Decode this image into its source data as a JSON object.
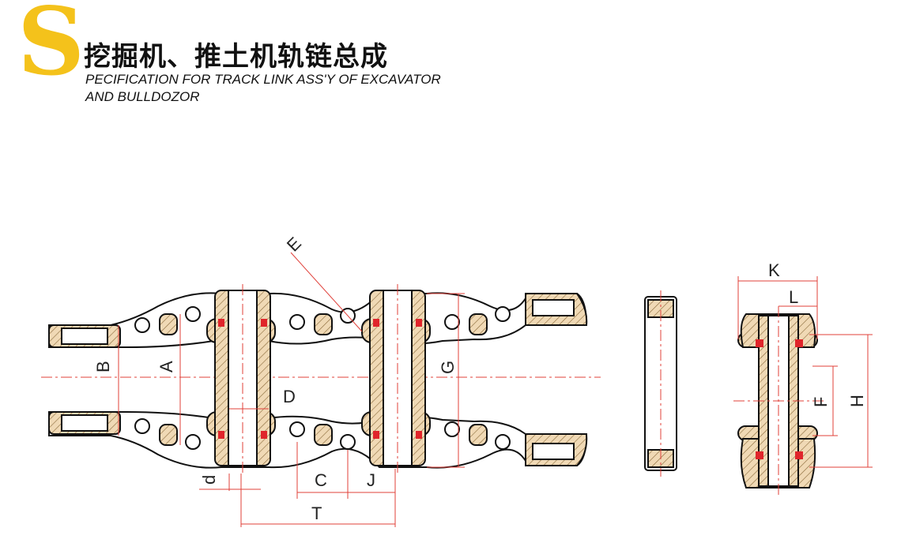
{
  "header": {
    "logo_letter": "S",
    "title_cn": "挖掘机、推土机轨链总成",
    "title_en_line1": "PECIFICATION FOR TRACK LINK ASS'Y OF EXCAVATOR",
    "title_en_line2": "AND BULLDOZOR"
  },
  "colors": {
    "logo": "#f4c21b",
    "hatch_fill": "#f0d9b5",
    "dimension_line": "#e0403a",
    "seal": "#e0252b",
    "outline": "#111111"
  },
  "dimensions": {
    "A": "A",
    "B": "B",
    "C": "C",
    "D": "D",
    "E": "E",
    "F": "F",
    "G": "G",
    "H": "H",
    "J": "J",
    "K": "K",
    "L": "L",
    "T": "T",
    "d": "d"
  }
}
